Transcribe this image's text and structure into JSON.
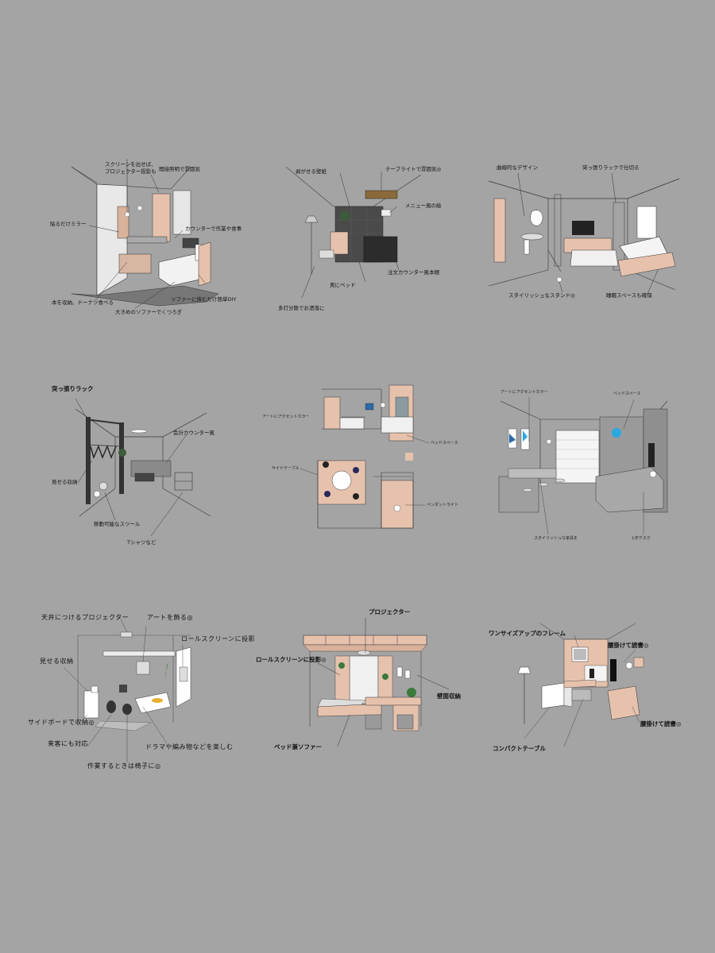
{
  "panels": [
    {
      "id": "p1",
      "labels": [
        "スクリーンを出せば、",
        "プロジェクター投影も",
        "間接照明で雰囲気",
        "貼るだけミラー",
        "カウンターで作業や食事",
        "ソファーに挟むだけ簡単DIY",
        "本を収納、ドーナツ食べる",
        "大きめのソファーでくつろぎ"
      ]
    },
    {
      "id": "p2",
      "labels": [
        "剥がせる壁紙",
        "テープライトで雰囲気◎",
        "メニュー風の絵",
        "注文カウンター風本棚",
        "奥にベッド",
        "多灯分散でお洒落に"
      ]
    },
    {
      "id": "p3",
      "labels": [
        "曲線的なデザイン",
        "突っ張りラックで仕切る",
        "スタイリッシュなスタンド◎",
        "睡眠スペースも確保"
      ]
    },
    {
      "id": "p4",
      "labels": [
        "突っ張りラック",
        "会計カウンター風",
        "見せる収納",
        "移動可能なスツール",
        "Tシャツなど"
      ]
    },
    {
      "id": "p5",
      "labels": [
        "アートにアクセントカラー",
        "ベッドスペース",
        "サイドテーブル",
        "ペンダントライト"
      ]
    },
    {
      "id": "p6",
      "labels": [
        "アートにアクセントカラー",
        "ベッドスペース",
        "スタイリッシュな家具を",
        "L字デスク"
      ]
    },
    {
      "id": "p7",
      "labels": [
        "天井につけるプロジェクター",
        "アートを飾る◎",
        "ロールスクリーンに投影",
        "見せる収納",
        "サイドボードで収納◎",
        "来客にも対応",
        "ドラマや編み物などを楽しむ",
        "作業するときは椅子に◎"
      ]
    },
    {
      "id": "p8",
      "labels": [
        "プロジェクター",
        "ロールスクリーンに投影◎",
        "壁面収納",
        "ベッド兼ソファー"
      ]
    },
    {
      "id": "p9",
      "labels": [
        "ワンサイズアップのフレーム",
        "腰掛けて読書◎",
        "腰掛けて読書◎",
        "コンパクトテーブル"
      ]
    }
  ],
  "colors": {
    "background": "#a4a4a4",
    "wood": "#e6c2ad",
    "dark": "#3b3b3b",
    "concrete": "#9a9a9a",
    "accent_blue": "#2aa8e0"
  }
}
